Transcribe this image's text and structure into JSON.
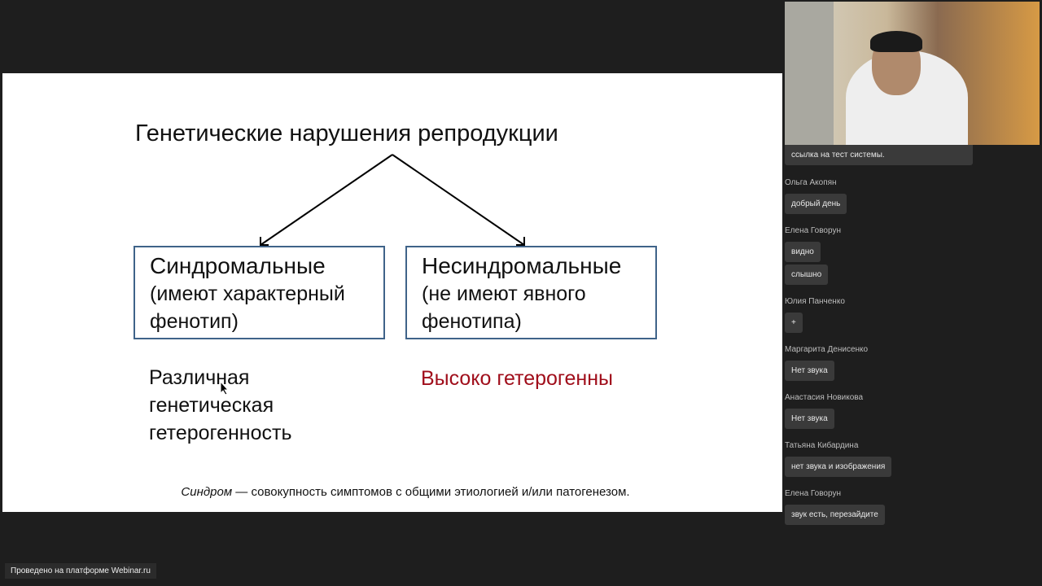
{
  "slide": {
    "title": "Генетические нарушения репродукции",
    "left_box": {
      "heading": "Синдромальные",
      "line1": "(имеют характерный",
      "line2": "фенотип)"
    },
    "right_box": {
      "heading": "Несиндромальные",
      "line1": "(не имеют явного",
      "line2": "фенотипа)"
    },
    "left_note": {
      "line1": "Различная",
      "line2": "генетическая",
      "line3": "гетерогенность"
    },
    "right_note": "Высоко гетерогенны",
    "footer_term": "Синдром",
    "footer_rest": " — совокупность симптомов с общими этиологией и/или патогенезом.",
    "accent_color": "#a00e1b"
  },
  "chat": {
    "partial_message": "ссылка на тест системы.",
    "groups": [
      {
        "author": "Ольга Акопян",
        "messages": [
          "добрый день"
        ]
      },
      {
        "author": "Елена Говорун",
        "messages": [
          "видно",
          "слышно"
        ]
      },
      {
        "author": "Юлия Панченко",
        "messages": [
          "+"
        ]
      },
      {
        "author": "Маргарита Денисенко",
        "messages": [
          "Нет звука"
        ]
      },
      {
        "author": "Анастасия Новикова",
        "messages": [
          "Нет звука"
        ]
      },
      {
        "author": "Татьяна Кибардина",
        "messages": [
          "нет звука и изображения"
        ]
      },
      {
        "author": "Елена Говорун",
        "messages": [
          "звук есть, перезайдите"
        ]
      }
    ]
  },
  "platform_label": "Проведено на платформе Webinar.ru"
}
